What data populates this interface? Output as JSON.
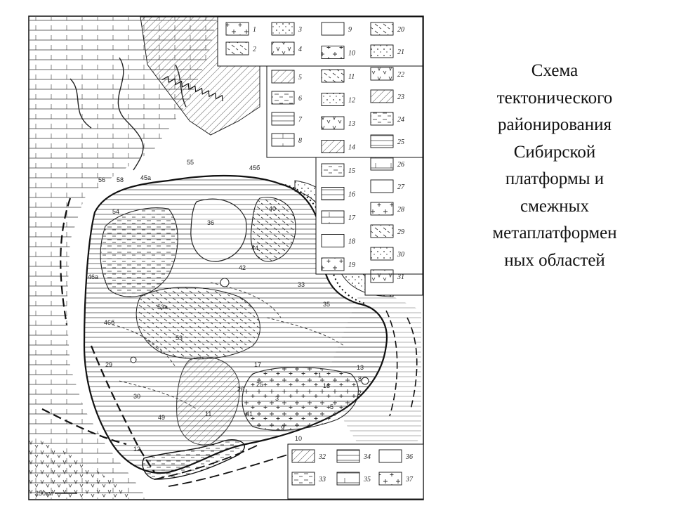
{
  "caption_lines": [
    "Схема",
    "тектонического",
    "районирования",
    "Сибирской",
    "платформы и",
    "смежных",
    "метаплатформен",
    "ных областей"
  ],
  "legend_numbers": [
    "1",
    "2",
    "3",
    "4",
    "5",
    "6",
    "7",
    "8",
    "9",
    "10",
    "11",
    "12",
    "13",
    "14",
    "15",
    "16",
    "17",
    "18",
    "19",
    "20",
    "21",
    "22",
    "23",
    "24",
    "25",
    "26",
    "27",
    "28",
    "29",
    "30",
    "31",
    "32",
    "33",
    "34",
    "35",
    "36",
    "37"
  ],
  "map_region_numbers": [
    "1",
    "2",
    "3",
    "5",
    "8",
    "9",
    "10",
    "11",
    "12",
    "13",
    "16",
    "17",
    "25",
    "26",
    "29",
    "30",
    "33",
    "35",
    "36",
    "40",
    "41",
    "42",
    "44",
    "49",
    "53",
    "53а",
    "55",
    "56",
    "58",
    "45а",
    "45б",
    "46а",
    "46б",
    "54"
  ],
  "scale_label": "250км"
}
